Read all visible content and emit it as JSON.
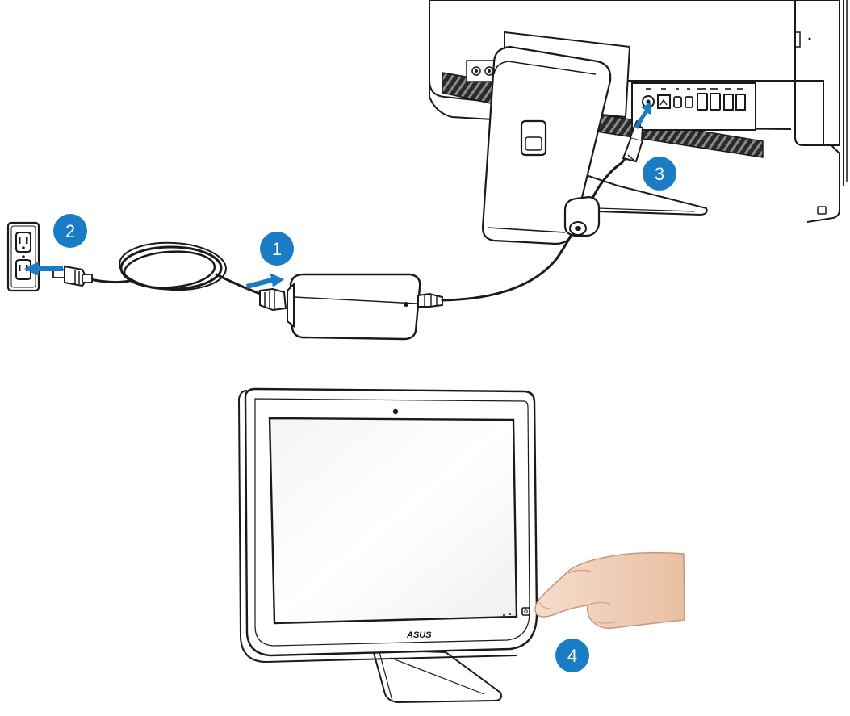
{
  "steps": [
    {
      "label": "1"
    },
    {
      "label": "2"
    },
    {
      "label": "3"
    },
    {
      "label": "4"
    }
  ],
  "monitor": {
    "logo": "ASUS"
  },
  "colors": {
    "badge": "#1a7cc4",
    "arrow": "#1a7cc4",
    "outline": "#1a1a1a",
    "skin": "#f2d2bb"
  }
}
